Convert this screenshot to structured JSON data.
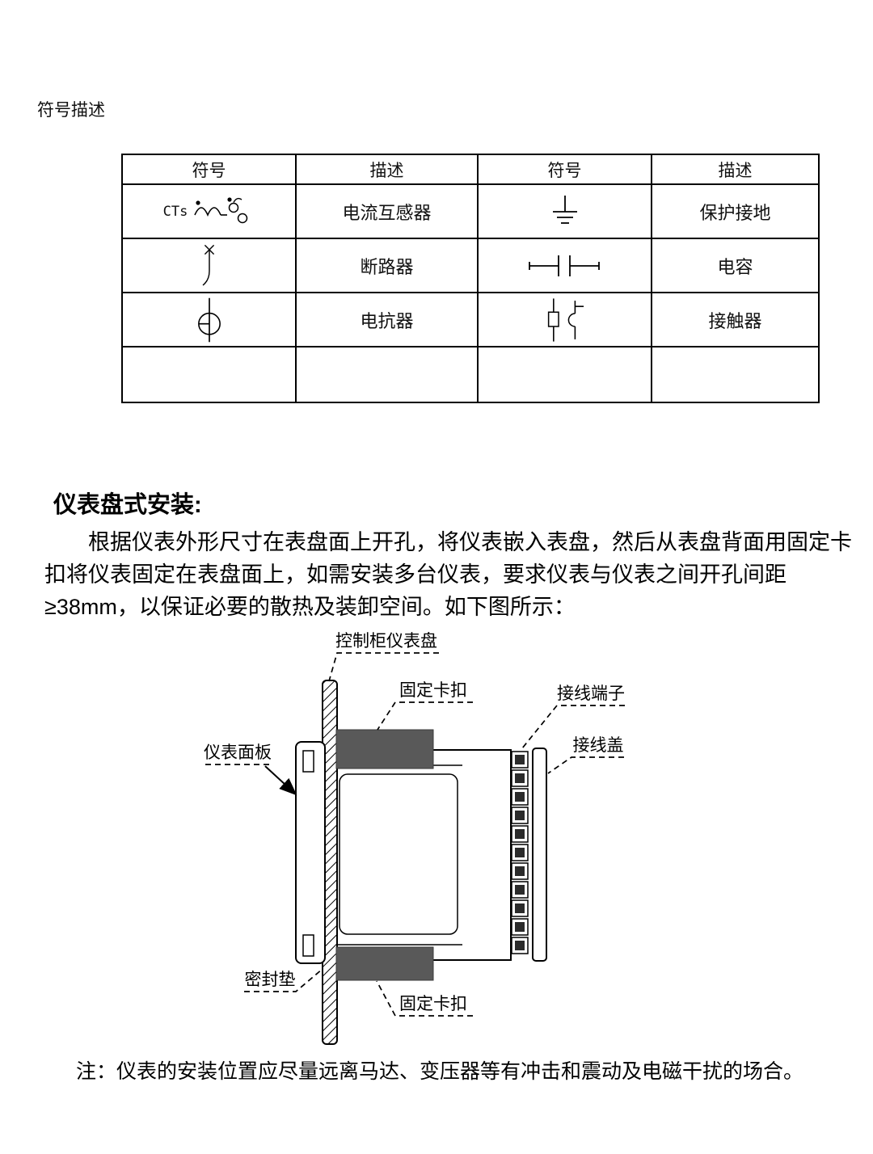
{
  "symbol_section": {
    "heading": "符号描述"
  },
  "symbol_table": {
    "headers": [
      "符号",
      "描述",
      "符号",
      "描述"
    ],
    "rows": [
      {
        "symbol_left": "current-transformer",
        "symbol_left_text": "CTs",
        "desc_left": "电流互感器",
        "symbol_right": "protective-earth",
        "desc_right": "保护接地"
      },
      {
        "symbol_left": "circuit-breaker",
        "desc_left": "断路器",
        "symbol_right": "capacitor",
        "desc_right": "电容"
      },
      {
        "symbol_left": "reactor",
        "desc_left": "电抗器",
        "symbol_right": "contactor",
        "desc_right": "接触器"
      }
    ]
  },
  "installation": {
    "heading": "仪表盘式安装:",
    "paragraph": "根据仪表外形尺寸在表盘面上开孔，将仪表嵌入表盘，然后从表盘背面用固定卡扣将仪表固定在表盘面上，如需安装多台仪表，要求仪表与仪表之间开孔间距≥38mm，以保证必要的散热及装卸空间。如下图所示：",
    "note": "注：仪表的安装位置应尽量远离马达、变压器等有冲击和震动及电磁干扰的场合。"
  },
  "diagram": {
    "labels": {
      "panel": "控制柜仪表盘",
      "clip_top": "固定卡扣",
      "terminal": "接线端子",
      "cover": "接线盖",
      "faceplate": "仪表面板",
      "gasket": "密封垫",
      "clip_bottom": "固定卡扣"
    }
  },
  "colors": {
    "clip_fill": "#595959",
    "terminal_fill": "#2b2b2b",
    "line": "#000000"
  }
}
